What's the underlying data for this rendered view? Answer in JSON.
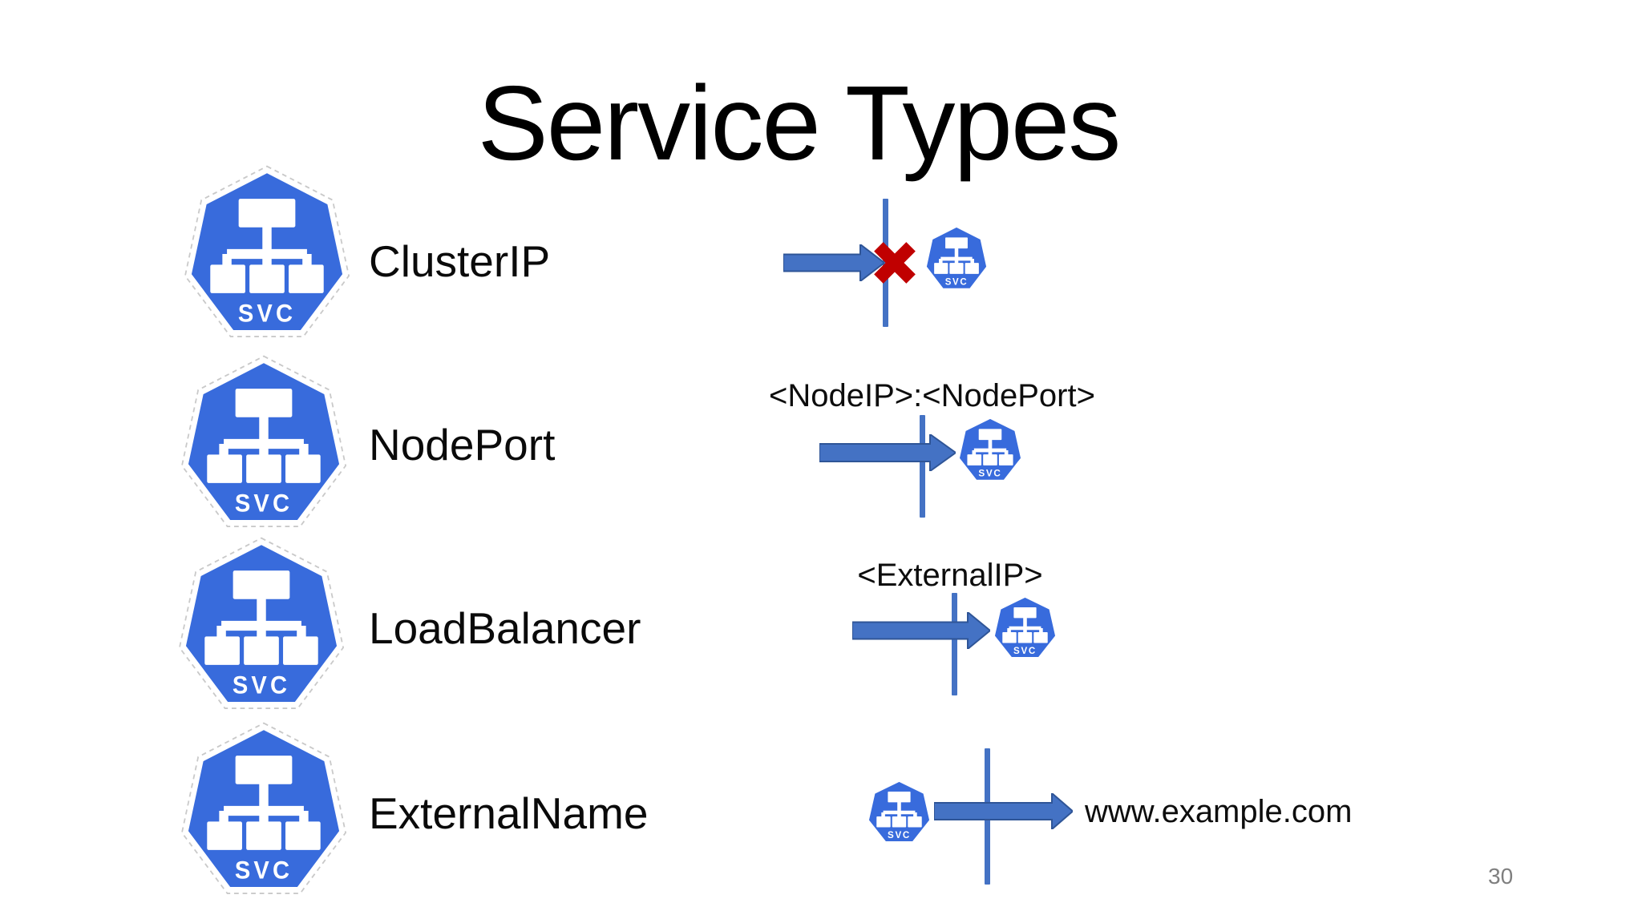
{
  "slide": {
    "title": "Service Types",
    "page_number": "30",
    "svc_icon_label": "SVC",
    "colors": {
      "kubernetes_blue": "#386bdc",
      "arrow_blue": "#4472c4",
      "arrow_border": "#2f5597",
      "blocked_red": "#c00000",
      "page_number_gray": "#7f7f7f",
      "text_black": "#0a0a0a",
      "background": "#ffffff"
    },
    "rows": [
      {
        "label": "ClusterIP",
        "annotation": ""
      },
      {
        "label": "NodePort",
        "annotation": "<NodeIP>:<NodePort>"
      },
      {
        "label": "LoadBalancer",
        "annotation": "<ExternalIP>"
      },
      {
        "label": "ExternalName",
        "annotation": "www.example.com"
      }
    ]
  }
}
